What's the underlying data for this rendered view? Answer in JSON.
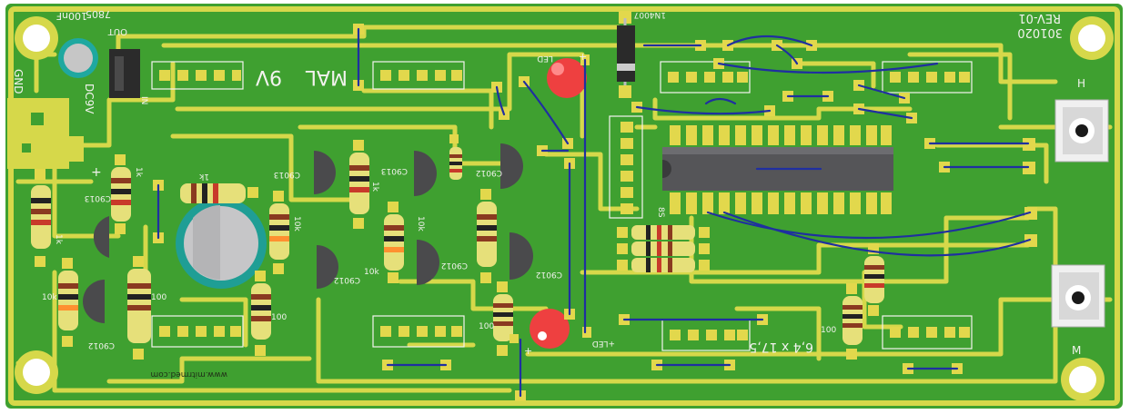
{
  "board": {
    "background": "#3fa030",
    "trace_color": "#d6d84a",
    "pad_color": "#e2d84c",
    "wire_color": "#1f2fa0",
    "hole_color": "#ffffff"
  },
  "labels": {
    "regulator": "7805",
    "regulator_sub": "OUT",
    "cap_value": "100nF",
    "in_label": "IN",
    "gnd": "GND",
    "dc_in": "DC9V",
    "plus": "+",
    "rev": "REV-01",
    "date": "301020",
    "diode": "1N4007",
    "led_plus_top": "+",
    "led_minus": "LED",
    "led_plus_bottom": "+LED",
    "mode_h": "H",
    "mode_m": "M",
    "size": "6,4 x 17,5",
    "website": "www.mitrmed.com",
    "res_1k_a": "1k",
    "res_1k_b": "1k",
    "res_1k_c": "1k",
    "res_1k_d": "1k",
    "res_10k_a": "10k",
    "res_10k_b": "10k",
    "res_10k_c": "10k",
    "res_10k_d": "10k",
    "res_100_a": "100",
    "res_100_b": "100",
    "res_100_c": "100",
    "res_100_d": "100",
    "tr_a": "C9013",
    "tr_b": "C9013",
    "tr_c": "C9013",
    "tr_d": "C9012",
    "tr_e": "C9012",
    "tr_f": "C9012",
    "tr_g": "C9012",
    "tr_h": "C9012",
    "mid_left": "9V",
    "mid_right": "MAL",
    "ic_label": "8S"
  }
}
